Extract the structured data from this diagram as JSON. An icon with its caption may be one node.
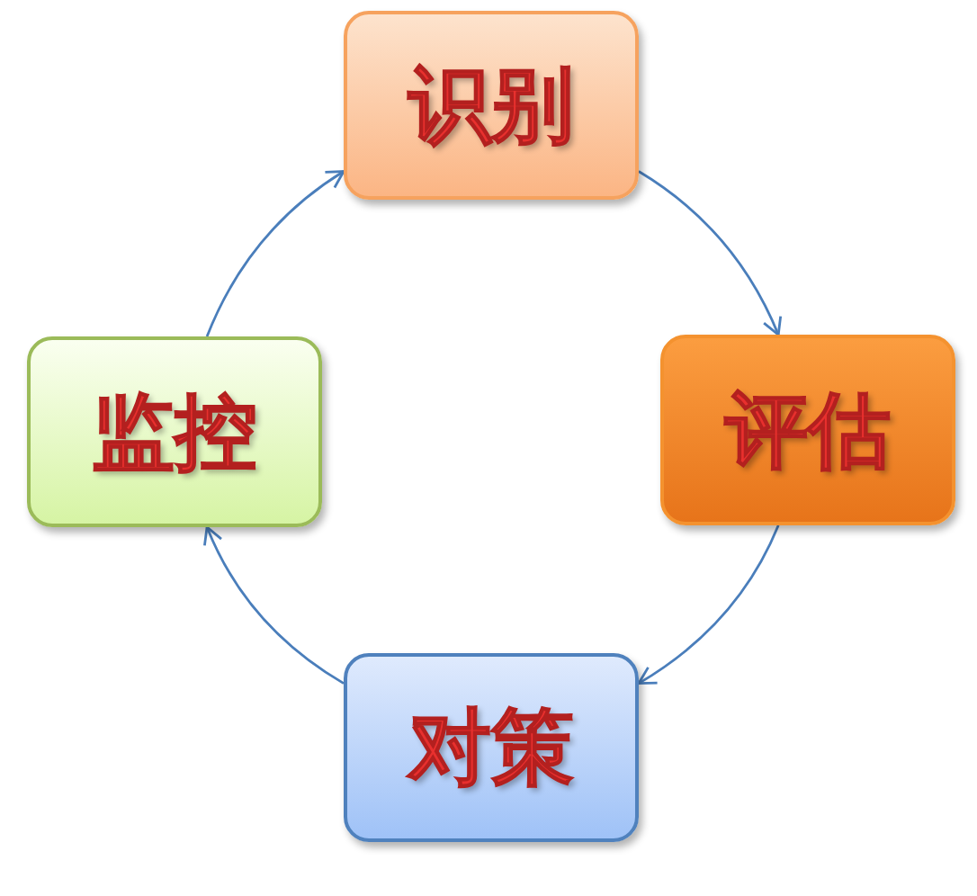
{
  "diagram": {
    "nodes": [
      {
        "text": [
          "识别"
        ]
      },
      {
        "text": [
          "评估"
        ]
      },
      {
        "text": [
          "对策"
        ]
      },
      {
        "text": [
          "监控"
        ]
      }
    ],
    "edges": [
      {
        "from": 0,
        "to": 1,
        "arrow": "to"
      },
      {
        "from": 1,
        "to": 2,
        "arrow": "to"
      },
      {
        "from": 2,
        "to": 3,
        "arrow": "to"
      },
      {
        "from": 3,
        "to": 0,
        "arrow": "to"
      }
    ]
  }
}
